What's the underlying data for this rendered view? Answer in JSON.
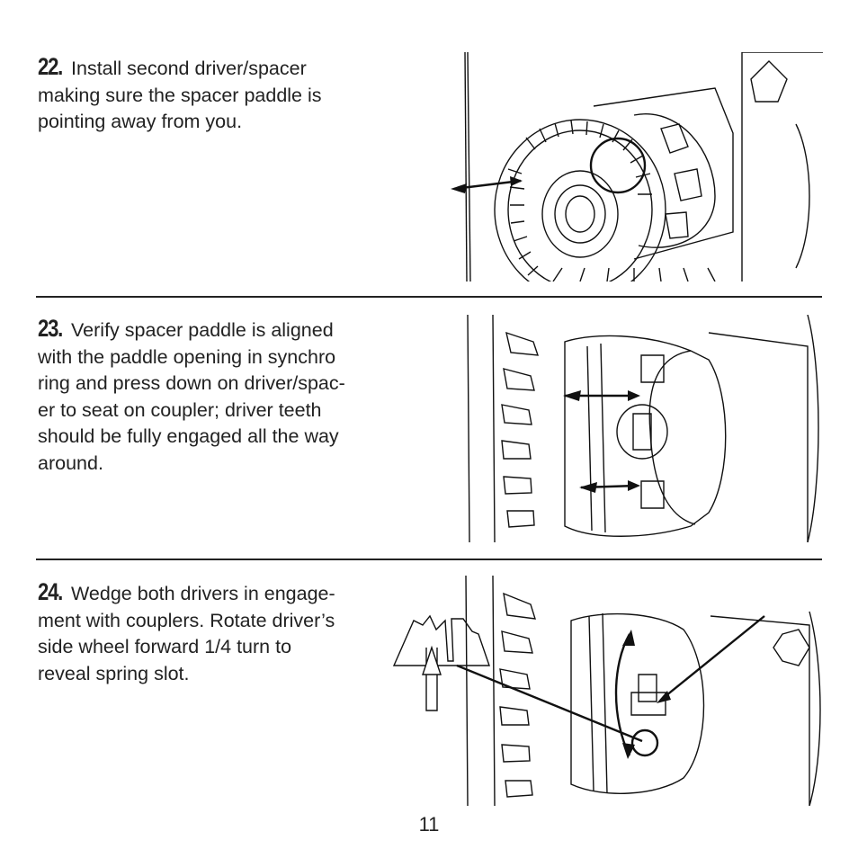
{
  "steps": [
    {
      "number": "22.",
      "text": "Install second driver/spacer\nmaking sure the spacer paddle is\npointing away from you."
    },
    {
      "number": "23.",
      "text": "Verify spacer paddle is aligned\nwith the paddle opening in synchro\nring and press down on driver/spac-\ner to seat on coupler; driver teeth\nshould be fully engaged all the way\naround."
    },
    {
      "number": "24.",
      "text": "Wedge both drivers in engage-\nment with couplers.  Rotate driver’s\nside wheel forward 1/4 turn to\nreveal spring slot."
    }
  ],
  "page_number": "11",
  "illustrations": [
    "differential-driver-spacer-install-illustration",
    "spacer-paddle-alignment-illustration",
    "driver-rotation-spring-slot-illustration"
  ]
}
